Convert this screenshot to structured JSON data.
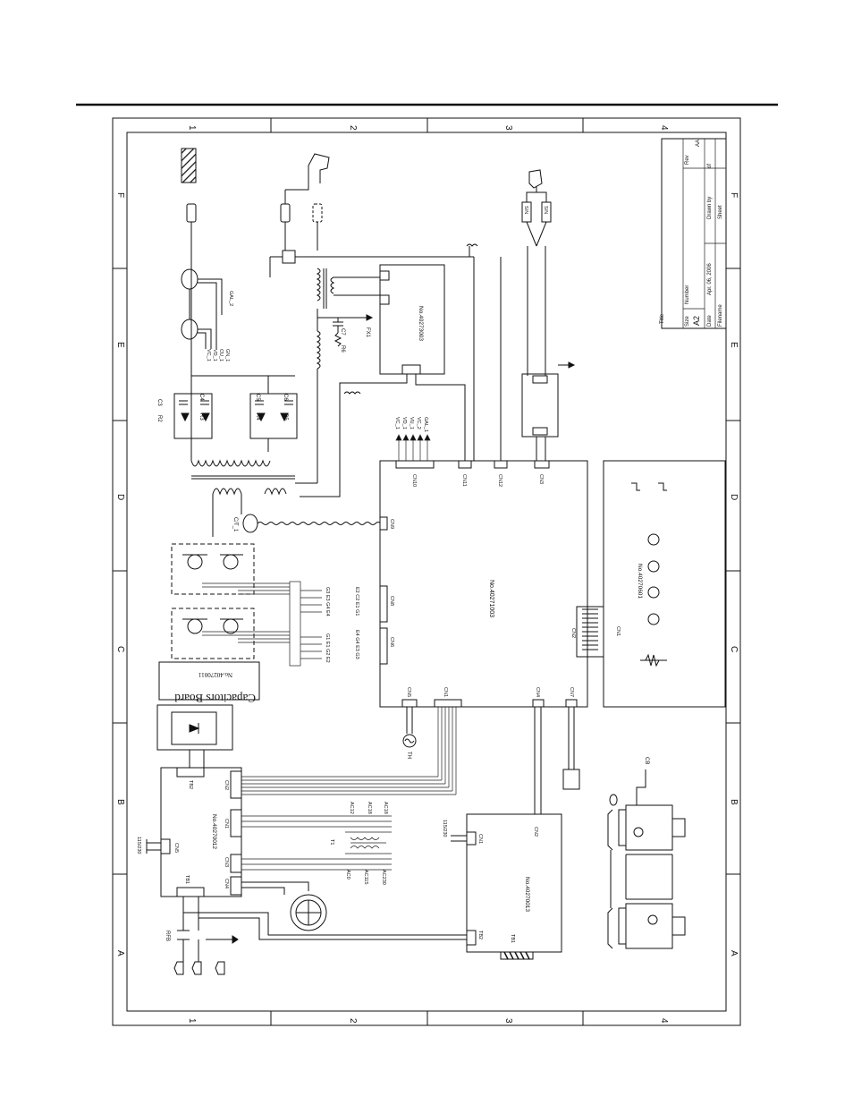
{
  "zones": {
    "cols": [
      "1",
      "2",
      "3",
      "4"
    ],
    "rows": [
      "A",
      "B",
      "C",
      "D",
      "E",
      "F"
    ]
  },
  "title_block": {
    "title_label": "Title",
    "size_label": "Size",
    "size_value": "A2",
    "number_label": "Number",
    "rev_label": "Rev",
    "rev_value": "AA",
    "date_label": "Date",
    "date_value": "Apr. 06, 2006",
    "filename_label": "Filename",
    "drawn_label": "Drawn by",
    "sheet_label": "Sheet",
    "sheet_value": "of"
  },
  "boards": {
    "main": "No.40271003",
    "upper": "No.40273003",
    "display": "No.40270601",
    "power": "No.40270012",
    "aux": "No.40270013",
    "caps_title": "Capacitors Board",
    "caps_no": "No.40270011"
  },
  "connectors": {
    "cn10": "CN10",
    "cn11": "CN11",
    "cn12": "CN12",
    "cn3": "CN3",
    "cn9": "CN9",
    "cn8": "CN8",
    "cn6": "CN6",
    "cn5": "CN5",
    "cn1": "CN1",
    "cn4": "CN4",
    "cn7": "CN7",
    "cn2": "CN2",
    "cn1d": "CN1",
    "p_cn2": "CN2",
    "p_cn1": "CN1",
    "p_cn3": "CN3",
    "p_cn4": "CN4",
    "p_cn5": "CN5",
    "p_tb1": "TB1",
    "p_tb2": "TB2",
    "a_cn1": "CN1",
    "a_cn2": "CN2",
    "a_tb1": "TB1",
    "a_tb2": "TB2"
  },
  "signals": {
    "cn10": [
      "VC_1",
      "VD_1",
      "VU_1",
      "VC_2",
      "GAL_1"
    ],
    "cn8": "E2 C2 E1 G1",
    "cn8b": "G3 E3 G4 E4",
    "cn6": "E4 G4 E3 G3",
    "cn6b": "G1 E1 G2 E2",
    "left_up": [
      "VC_1",
      "VD_1",
      "CU_1",
      "GN_1"
    ],
    "gal2": "GAL_2",
    "ct": "C/T_1",
    "th": "TH",
    "fx": "FX1",
    "ac_top": [
      "AC12",
      "AC18",
      "AC18"
    ],
    "ac_bot": [
      "AC0",
      "AC115",
      "AC230"
    ],
    "v115_a": "115/230",
    "v115_b": "115/230",
    "sn1": "S/N",
    "sn2": "S/N",
    "rfb": "RFB",
    "cb": "CB",
    "t1": "T1"
  },
  "components": {
    "c3": "C3",
    "c4": "C4",
    "c5": "C5",
    "c6": "C6",
    "c7": "C7",
    "r2": "R2",
    "r3": "R3",
    "r4": "R4",
    "r5": "R5",
    "r6": "R6"
  }
}
